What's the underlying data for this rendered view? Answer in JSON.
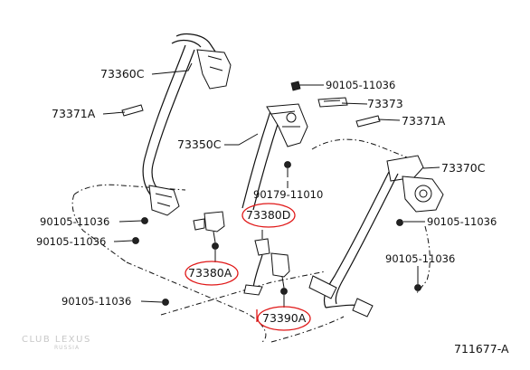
{
  "labels": {
    "belt_rh_upper": "73360C",
    "anchor_cover_left": "73371A",
    "bolt_upper_center": "90105-11036",
    "plate_73373": "73373",
    "anchor_cover_right": "73371A",
    "belt_center": "73350C",
    "belt_lh_rear": "73370C",
    "bolt_center": "90179-11010",
    "buckle_d": "73380D",
    "bolt_left_upper": "90105-11036",
    "bolt_right": "90105-11036",
    "bolt_left_lower": "90105-11036",
    "bolt_lower_right": "90105-11036",
    "buckle_a": "73380A",
    "bolt_bottom_left": "90105-11036",
    "buckle_90a": "73390A",
    "diagram_ref": "711677-A"
  },
  "watermark": {
    "title": "CLUB LEXUS",
    "subtitle": "RUSSIA"
  },
  "colors": {
    "line": "#111111",
    "highlight": "#e01818",
    "watermark": "#c8c8c8"
  }
}
